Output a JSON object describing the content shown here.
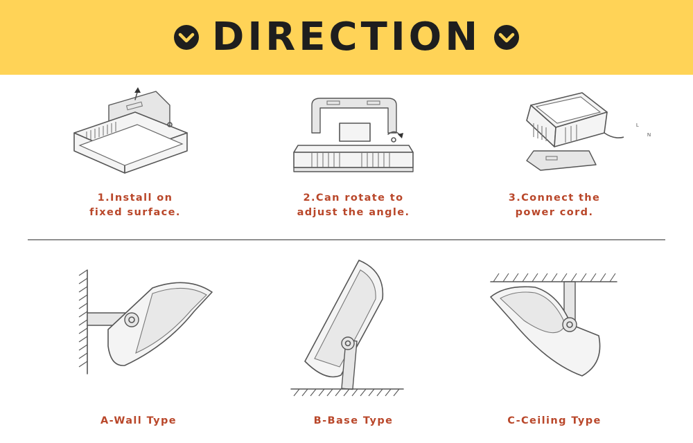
{
  "header": {
    "title": "DIRECTION",
    "accent_color": "#ffd357",
    "left_icon": "chevron-down-circle-icon",
    "right_icon": "chevron-down-circle-icon"
  },
  "steps": [
    {
      "line1": "1.Install on",
      "line2": "fixed surface."
    },
    {
      "line1": "2.Can rotate to",
      "line2": "adjust the angle."
    },
    {
      "line1": "3.Connect the",
      "line2": "power cord."
    }
  ],
  "wire_labels": {
    "l": "L",
    "n": "N"
  },
  "mount_types": [
    {
      "label": "A-Wall Type"
    },
    {
      "label": "B-Base Type"
    },
    {
      "label": "C-Ceiling Type"
    }
  ],
  "caption_color": "#b9472a"
}
